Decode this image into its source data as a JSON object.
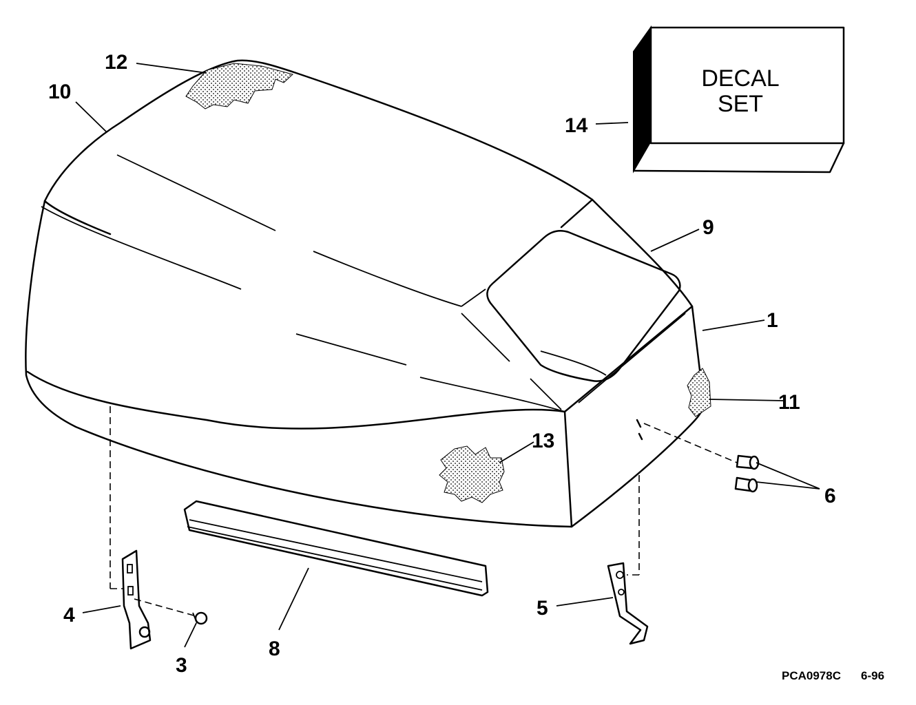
{
  "callouts": {
    "c1": "1",
    "c3": "3",
    "c4": "4",
    "c5": "5",
    "c6": "6",
    "c8": "8",
    "c9": "9",
    "c10": "10",
    "c11": "11",
    "c12": "12",
    "c13": "13",
    "c14": "14"
  },
  "decal_box": {
    "line1": "DECAL",
    "line2": "SET"
  },
  "figure_code": "PCA0978C",
  "figure_date": "6-96"
}
